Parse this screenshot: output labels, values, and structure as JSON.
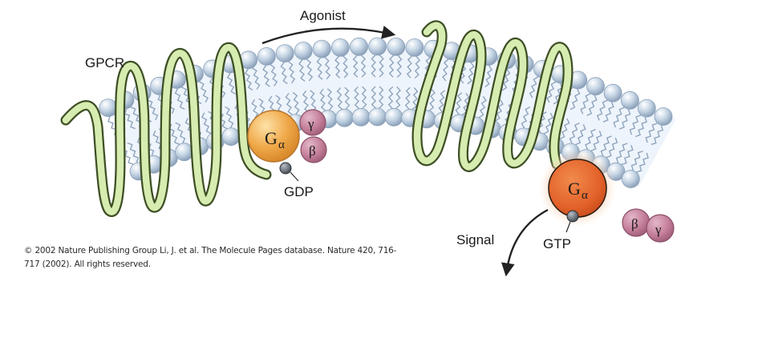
{
  "labels": {
    "agonist": "Agonist",
    "gpcr": "GPCR",
    "gdp": "GDP",
    "gtp": "GTP",
    "signal": "Signal",
    "g_base": "G",
    "alpha": "α",
    "beta": "β",
    "gamma": "γ"
  },
  "credit": {
    "line1": "© 2002 Nature Publishing Group Li, J. et al. The Molecule Pages database. Nature 420, 716-",
    "line2": "717 (2002). All rights reserved."
  },
  "colors": {
    "lipid_head": "#c4d4e4",
    "lipid_tail": "#8fa4bd",
    "membrane_glow": "#cfe0f3",
    "receptor_fill": "#d7ecb0",
    "receptor_edge": "#3e4f25",
    "g_alpha_inactive": "#f0a94a",
    "g_alpha_active": "#e2622a",
    "g_alpha_glow": "#f7c9a2",
    "g_beta_gamma": "#c47f9a",
    "nucleotide": "#5a6068"
  }
}
